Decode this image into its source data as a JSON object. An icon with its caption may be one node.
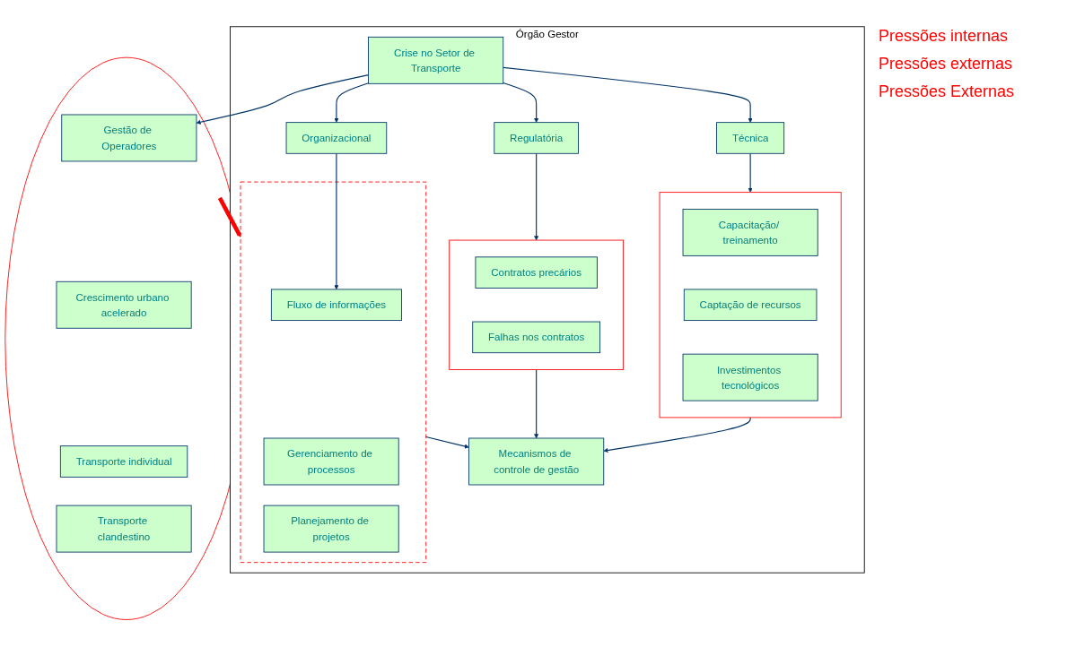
{
  "diagram": {
    "nodes": [
      {
        "text": [
          "Órgão Gestor"
        ]
      },
      {
        "text": [
          "Crise no Setor de Transporte"
        ],
        "in": 0
      },
      {
        "text": [
          "Técnica"
        ],
        "in": 0
      },
      {
        "text": [
          "Regulatória"
        ],
        "in": 0
      },
      {
        "text": [
          "Organizacional"
        ],
        "in": 0
      },
      {
        "text": [],
        "shape": "box",
        "in": 0
      },
      {
        "text": [
          "Capacitação/ treinamento"
        ],
        "in": 5
      },
      {
        "text": [
          "Captação de recursos"
        ],
        "in": 5
      },
      {
        "text": [
          "Investimentos tecnológicos"
        ],
        "in": 5
      },
      {
        "text": [],
        "shape": "box",
        "in": 0
      },
      {
        "text": [
          "Contratos precários"
        ],
        "in": 9
      },
      {
        "text": [
          "Falhas nos contratos"
        ],
        "in": 9
      },
      {
        "text": [],
        "shape": "box",
        "in": 0
      },
      {
        "text": [
          "Fluxo de informações"
        ],
        "in": 12
      },
      {
        "text": [
          "Gerenciamento de processos"
        ],
        "in": 12
      },
      {
        "text": [
          "Planejamento de projetos"
        ],
        "in": 12
      },
      {
        "text": [
          "Mecanismos de controle de gestão"
        ],
        "in": 0
      },
      {
        "text": [],
        "shape": "circle"
      },
      {
        "text": [
          "Gestão de Operadores"
        ],
        "in": 17
      },
      {
        "text": [
          "Crescimento urbano acelerado"
        ],
        "in": 17
      },
      {
        "text": [
          "Transporte individual"
        ],
        "in": 17
      },
      {
        "text": [
          "Transporte clandestino"
        ],
        "in": 17
      }
    ],
    "edges": [
      {
        "from": 1,
        "to": 2,
        "arrow": "to"
      },
      {
        "from": 1,
        "to": 3,
        "arrow": "to"
      },
      {
        "from": 1,
        "to": 4,
        "arrow": "to"
      },
      {
        "from": 1,
        "to": 18,
        "arrow": "to"
      },
      {
        "from": 2,
        "to": 5,
        "arrow": "to"
      },
      {
        "from": 3,
        "to": 9,
        "arrow": "to"
      },
      {
        "from": 4,
        "to": 13,
        "arrow": "to"
      },
      {
        "from": 5,
        "to": 16,
        "arrow": "to"
      },
      {
        "from": 9,
        "to": 16,
        "arrow": "to"
      },
      {
        "from": 12,
        "to": 16,
        "arrow": "to"
      },
      {
        "from": 17,
        "to": 12,
        "arrow": "to",
        "style": "thick",
        "color": "#ff0000"
      }
    ],
    "labels": [
      "Pressões internas",
      "Pressões externas",
      "Pressões Externas"
    ]
  }
}
